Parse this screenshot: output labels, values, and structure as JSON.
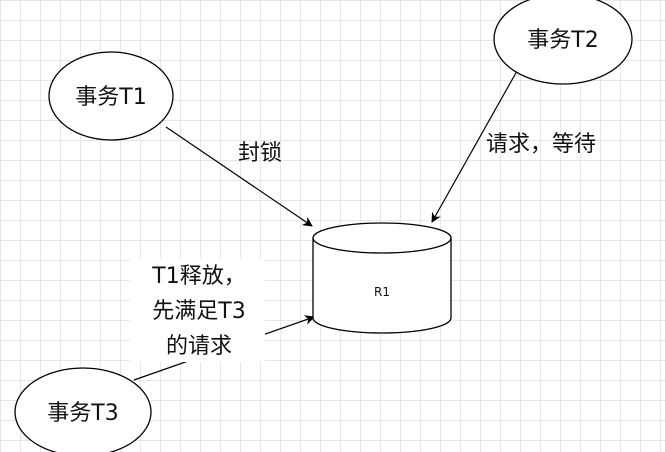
{
  "nodes": {
    "t1": {
      "label": "事务T1"
    },
    "t2": {
      "label": "事务T2"
    },
    "t3": {
      "label": "事务T3"
    },
    "resource": {
      "label": "R1"
    }
  },
  "edges": {
    "t1_to_r1": {
      "label": "封锁"
    },
    "t2_to_r1": {
      "label": "请求，等待"
    },
    "t3_to_r1": {
      "lines": [
        "T1释放，",
        "先满足T3",
        "的请求"
      ]
    }
  }
}
